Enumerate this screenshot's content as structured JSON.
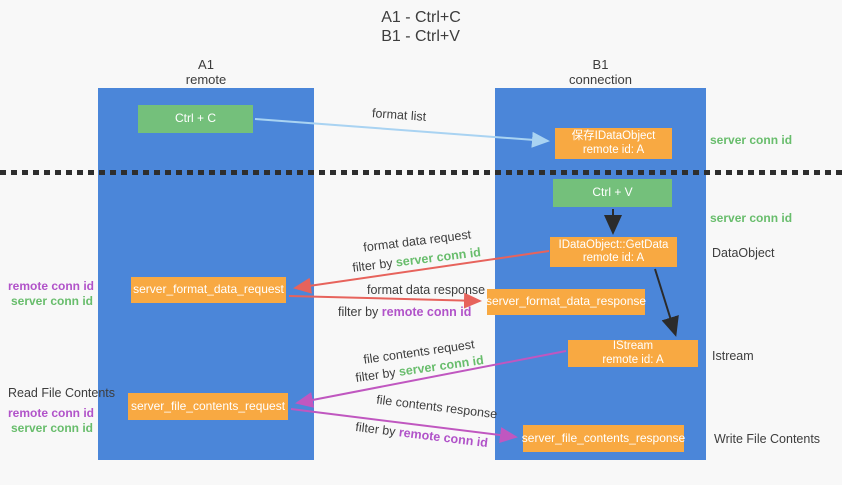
{
  "title": {
    "line1": "A1 - Ctrl+C",
    "line2": "B1 - Ctrl+V"
  },
  "lifelines": {
    "left": {
      "name": "A1",
      "role": "remote"
    },
    "right": {
      "name": "B1",
      "role": "connection"
    }
  },
  "boxes": {
    "ctrl_c": "Ctrl + C",
    "ctrl_v": "Ctrl + V",
    "save_dataobject": {
      "line1": "保存IDataObject",
      "line2": "remote id: A"
    },
    "getdata": {
      "line1": "IDataObject::GetData",
      "line2": "remote id: A"
    },
    "istream": {
      "line1": "IStream",
      "line2": "remote id: A"
    },
    "format_request": "server_format_data_request",
    "format_response": "server_format_data_response",
    "file_request": "server_file_contents_request",
    "file_response": "server_file_contents_response"
  },
  "arrow_labels": {
    "format_list": "format list",
    "format_data_request": "format data request",
    "filter_server_1": {
      "prefix": "filter by ",
      "value": "server conn id"
    },
    "format_data_response": "format data response",
    "filter_remote_1": {
      "prefix": "filter by ",
      "value": "remote conn id"
    },
    "file_contents_request": "file contents request",
    "filter_server_2": {
      "prefix": "filter by ",
      "value": "server conn id"
    },
    "file_contents_response": "file contents response",
    "filter_remote_2": {
      "prefix": "filter by ",
      "value": "remote conn id"
    }
  },
  "side_labels": {
    "server_conn_top": "server conn id",
    "server_conn_mid": "server conn id",
    "dataobject": "DataObject",
    "istream": "Istream",
    "write_file": "Write File Contents",
    "read_file": "Read File Contents",
    "left_remote_conn_1": "remote conn id",
    "left_server_conn_1": "server conn id",
    "left_remote_conn_2": "remote conn id",
    "left_server_conn_2": "server conn id"
  },
  "colors": {
    "background": "#f8f8f8",
    "lifeline_blue": "#4b86d9",
    "box_green": "#74c07b",
    "box_orange": "#f8a942",
    "arrow_lightblue": "#a9d3f2",
    "arrow_red": "#e7635c",
    "arrow_magenta": "#c057c0",
    "arrow_black": "#2b2b2b",
    "text_green": "#68bd6c",
    "text_purple": "#b153c9",
    "text_dark": "#3d3d3d"
  }
}
